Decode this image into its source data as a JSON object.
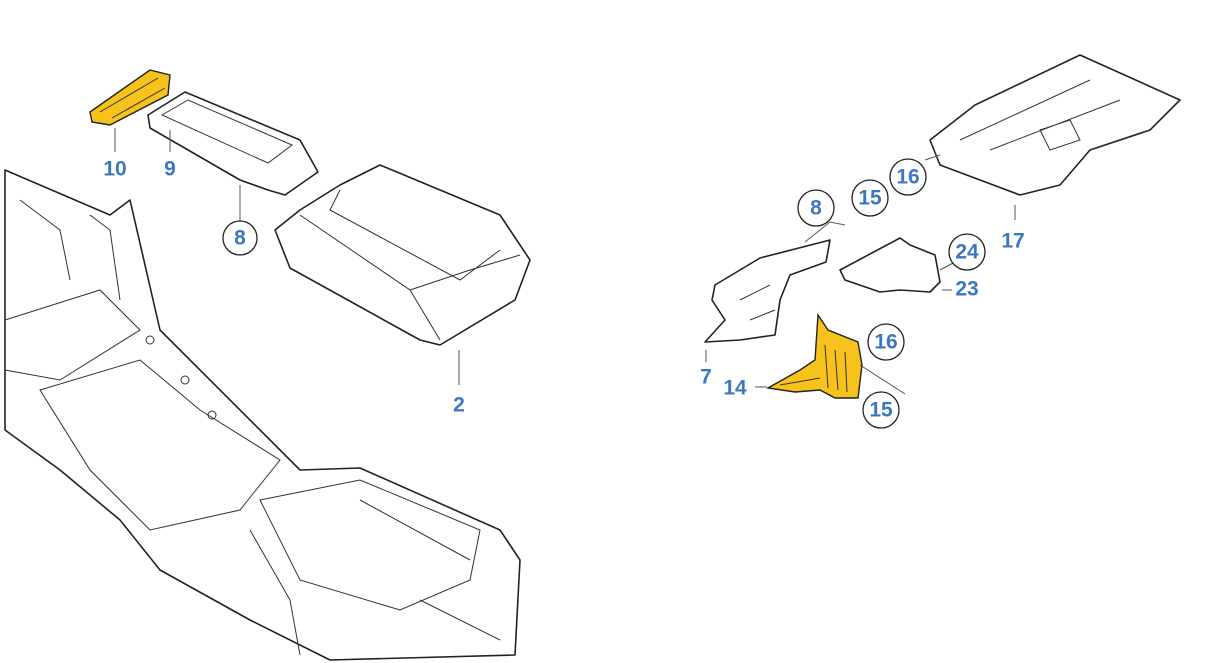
{
  "diagram": {
    "colors": {
      "label": "#3b78bd",
      "highlight": "#f7c21b"
    },
    "callouts": {
      "c10": "10",
      "c9": "9",
      "c8a": "8",
      "c2": "2",
      "c8b": "8",
      "c15a": "15",
      "c16a": "16",
      "c17": "17",
      "c24": "24",
      "c23": "23",
      "c7": "7",
      "c14": "14",
      "c16b": "16",
      "c15b": "15"
    }
  }
}
